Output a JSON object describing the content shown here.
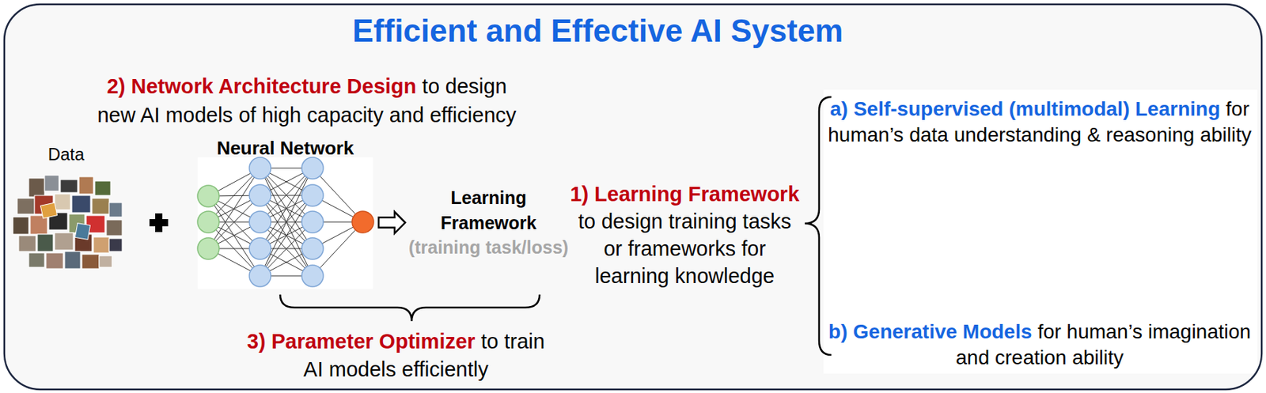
{
  "diagram": {
    "title": "Efficient and Effective AI System",
    "nodes": [
      {
        "text": [
          "Neural Network"
        ]
      },
      {
        "text": [
          "Learning Framework",
          "(training task/loss)"
        ]
      }
    ],
    "edges": [
      {
        "from": 0,
        "to": 1,
        "arrow": "to"
      }
    ],
    "labels": [
      "Data",
      "2) Network Architecture Design",
      "to design new AI models of high capacity and efficiency",
      "3) Parameter Optimizer",
      "to train AI models efficiently",
      "1) Learning Framework",
      "to design training tasks or frameworks for learning knowledge",
      "a) Self-supervised (multimodal) Learning",
      "for human’s data understanding & reasoning ability",
      "b) Generative Models",
      "for human’s imagination and creation ability"
    ]
  }
}
